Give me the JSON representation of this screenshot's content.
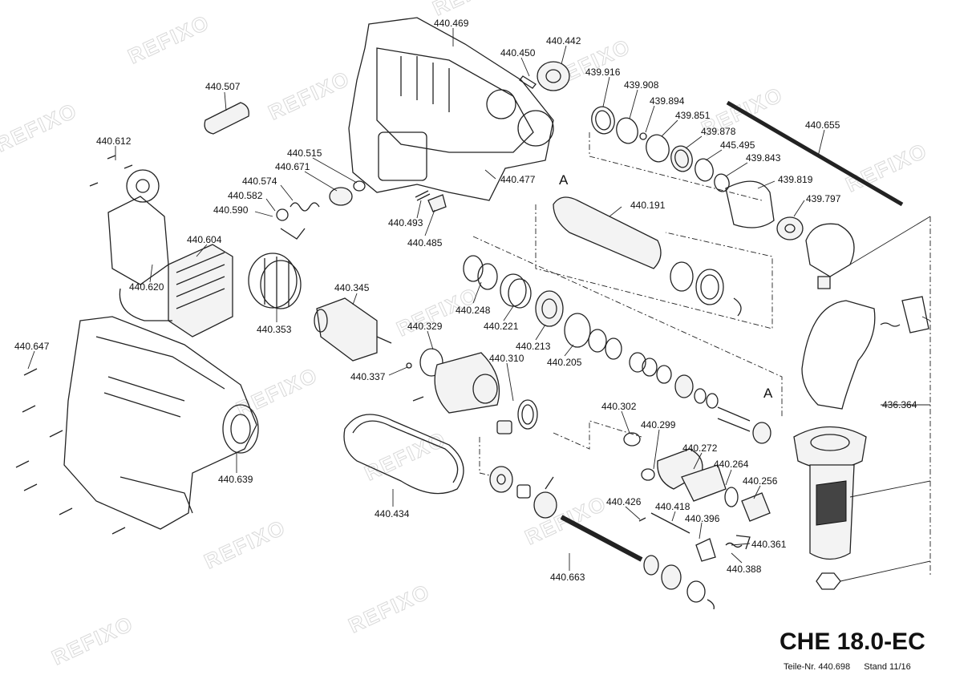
{
  "title": "CHE 18.0-EC",
  "part_no": "Teile-Nr. 440.698",
  "stand": "Stand 11/16",
  "watermark": "REFIXO",
  "section_marker": "A",
  "labels": [
    "440.469",
    "440.450",
    "440.442",
    "439.916",
    "439.908",
    "439.894",
    "439.851",
    "439.878",
    "445.495",
    "439.843",
    "439.819",
    "439.797",
    "440.655",
    "440.507",
    "440.612",
    "440.515",
    "440.671",
    "440.574",
    "440.582",
    "440.590",
    "440.477",
    "440.493",
    "440.485",
    "440.191",
    "440.604",
    "440.620",
    "440.353",
    "440.345",
    "440.248",
    "440.221",
    "440.213",
    "440.205",
    "440.329",
    "440.310",
    "440.337",
    "440.647",
    "440.639",
    "440.302",
    "440.299",
    "440.272",
    "440.264",
    "440.256",
    "436.364",
    "440.434",
    "440.426",
    "440.418",
    "440.396",
    "440.361",
    "440.388",
    "440.663"
  ]
}
